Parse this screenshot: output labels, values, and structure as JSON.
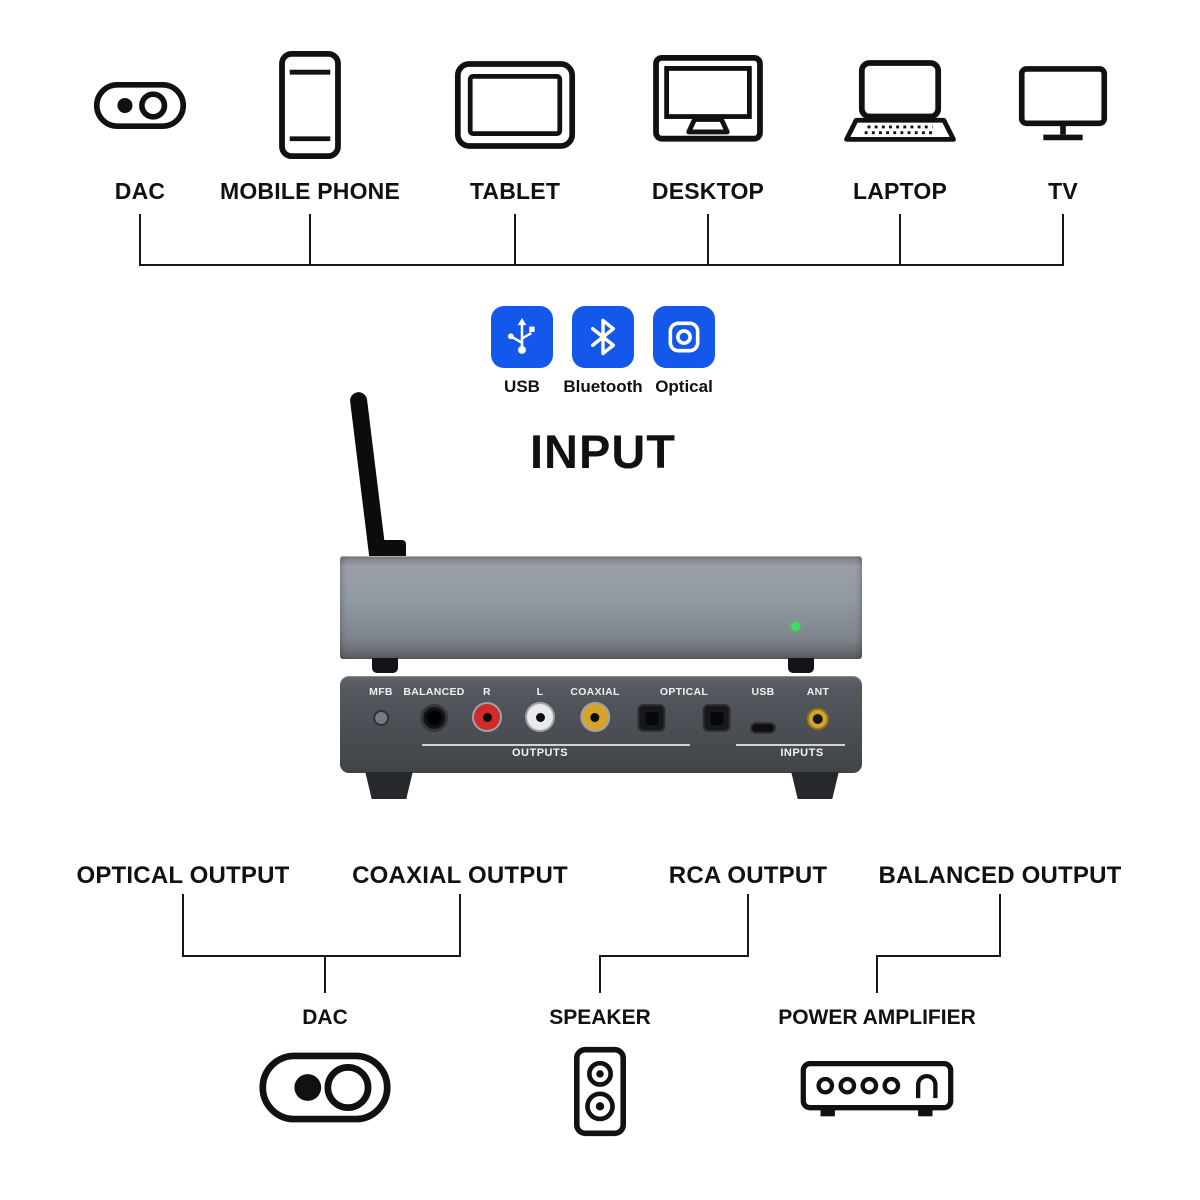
{
  "diagram": {
    "input_heading": "INPUT"
  },
  "sources": {
    "items": [
      {
        "label": "DAC"
      },
      {
        "label": "MOBILE PHONE"
      },
      {
        "label": "TABLET"
      },
      {
        "label": "DESKTOP"
      },
      {
        "label": "LAPTOP"
      },
      {
        "label": "TV"
      }
    ]
  },
  "input_methods": {
    "items": [
      {
        "label": "USB"
      },
      {
        "label": "Bluetooth"
      },
      {
        "label": "Optical"
      }
    ]
  },
  "device": {
    "rear_ports": [
      {
        "label": "MFB"
      },
      {
        "label": "BALANCED"
      },
      {
        "label": "R"
      },
      {
        "label": "L"
      },
      {
        "label": "COAXIAL"
      },
      {
        "label": "OPTICAL"
      },
      {
        "label": "USB"
      },
      {
        "label": "ANT"
      }
    ],
    "port_groups": [
      {
        "label": "OUTPUTS"
      },
      {
        "label": "INPUTS"
      }
    ]
  },
  "outputs": {
    "items": [
      {
        "label": "OPTICAL OUTPUT"
      },
      {
        "label": "COAXIAL OUTPUT"
      },
      {
        "label": "RCA OUTPUT"
      },
      {
        "label": "BALANCED OUTPUT"
      }
    ]
  },
  "destinations": {
    "items": [
      {
        "label": "DAC"
      },
      {
        "label": "SPEAKER"
      },
      {
        "label": "POWER AMPLIFIER"
      }
    ]
  },
  "colors": {
    "accent_blue": "#1457eb",
    "led_green": "#3fdd5f",
    "panel_front_gray": "#8d939b",
    "panel_rear_gray": "#4c4f54",
    "rca_red": "#cf2b2b",
    "rca_white": "#e8e9eb",
    "rca_coaxial_gold": "#d7a42a"
  }
}
